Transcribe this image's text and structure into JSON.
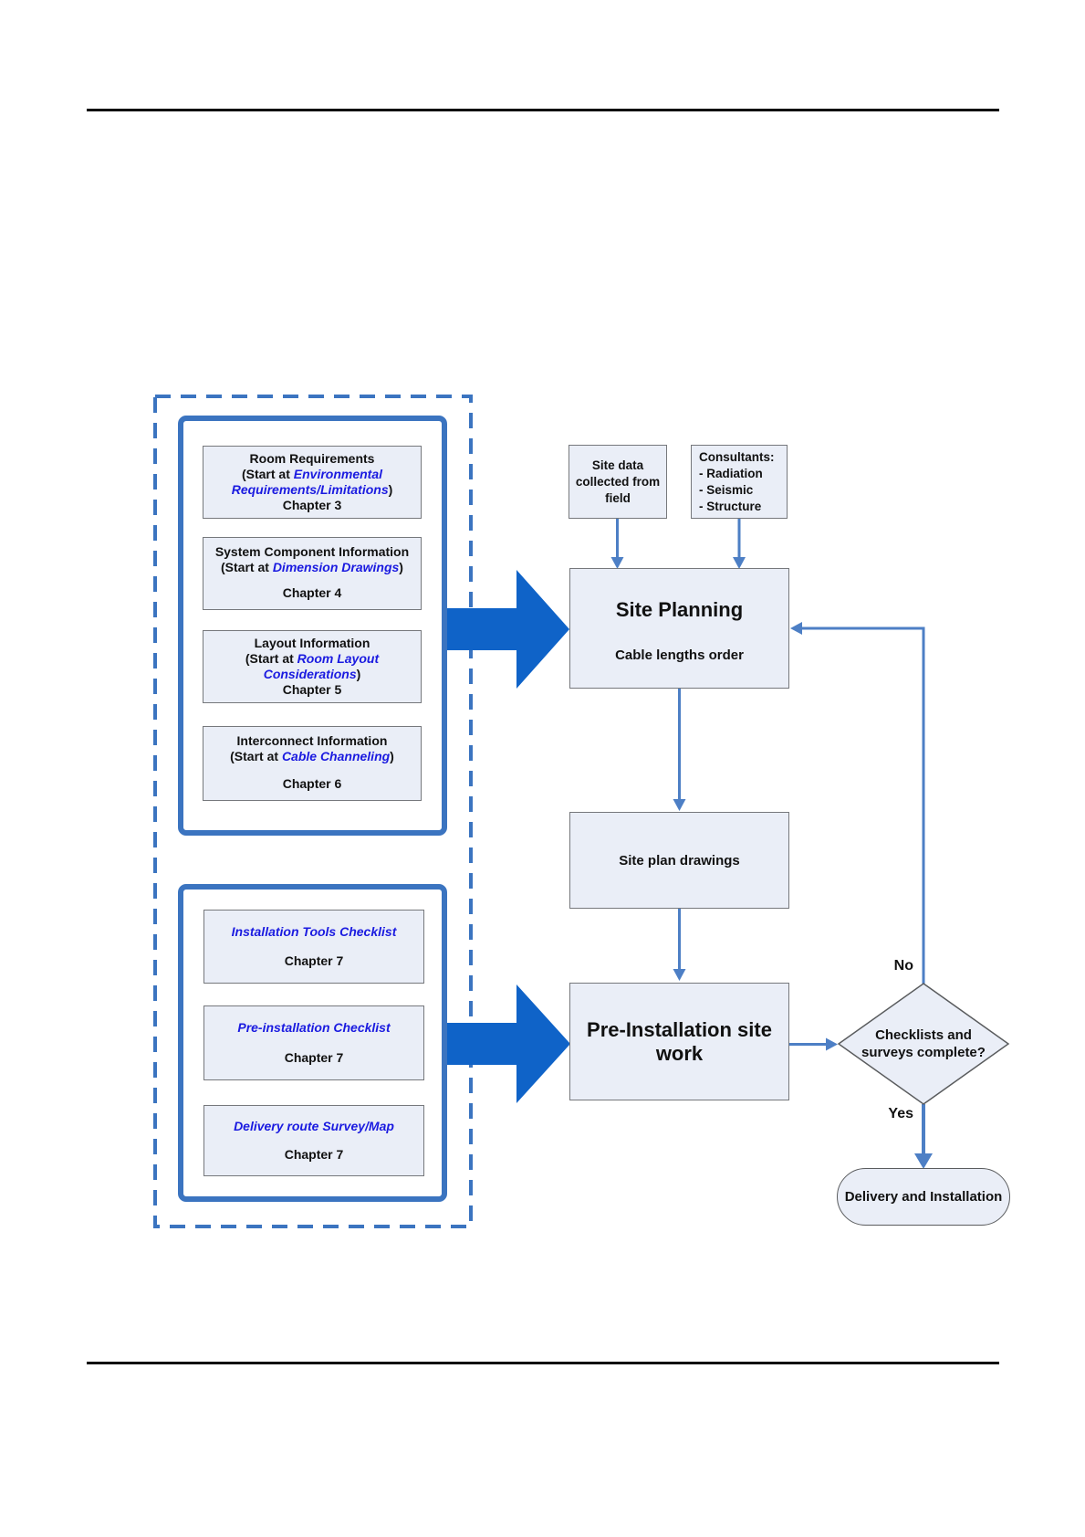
{
  "colors": {
    "big_arrow_blue": "#0f63c8",
    "connector_blue": "#4d7fc5",
    "frame_blue": "#3b74c0",
    "node_fill": "#eaeef7",
    "node_border": "#76787c",
    "link_blue": "#1a1ae0",
    "text_black": "#111111"
  },
  "left_panel": {
    "planning_group": {
      "items": [
        {
          "title": "Room Requirements",
          "start_prefix": "(Start at ",
          "link": "Environmental Requirements/Limitations",
          "start_suffix": ")",
          "chapter": "Chapter 3"
        },
        {
          "title": "System Component Information",
          "start_prefix": "(Start at ",
          "link": "Dimension Drawings",
          "start_suffix": ")",
          "chapter": "Chapter 4"
        },
        {
          "title": "Layout Information",
          "start_prefix": "(Start at ",
          "link": "Room Layout Considerations",
          "start_suffix": ")",
          "chapter": "Chapter 5"
        },
        {
          "title": "Interconnect Information",
          "start_prefix": "(Start at ",
          "link": "Cable Channeling",
          "start_suffix": ")",
          "chapter": "Chapter 6"
        }
      ]
    },
    "checklist_group": {
      "items": [
        {
          "link": "Installation Tools Checklist",
          "chapter": "Chapter 7"
        },
        {
          "link": "Pre-installation Checklist",
          "chapter": "Chapter 7"
        },
        {
          "link": "Delivery route Survey/Map",
          "chapter": "Chapter 7"
        }
      ]
    }
  },
  "flow": {
    "site_data_box": "Site data collected from field",
    "consultants_box": {
      "lines": [
        "Consultants:",
        "- Radiation",
        "- Seismic",
        "- Structure"
      ]
    },
    "site_planning": {
      "title": "Site Planning",
      "subtitle": "Cable lengths order"
    },
    "site_plan_drawings": "Site plan drawings",
    "pre_installation": "Pre-Installation site work",
    "decision": "Checklists and surveys complete?",
    "no_label": "No",
    "yes_label": "Yes",
    "delivery": "Delivery and Installation"
  }
}
